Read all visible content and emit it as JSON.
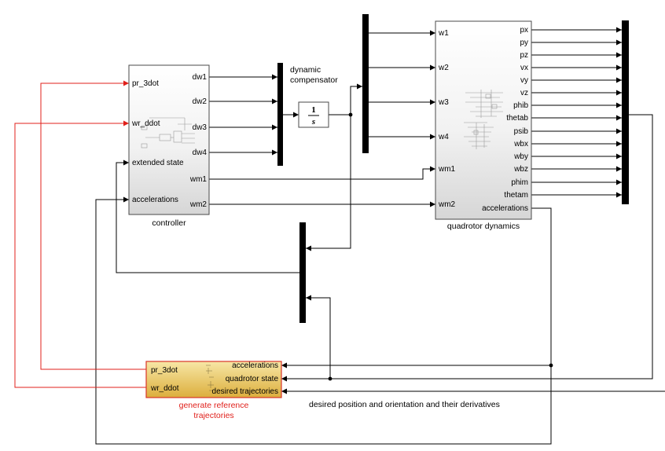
{
  "controller": {
    "caption": "controller",
    "inputs": [
      "pr_3dot",
      "wr_ddot",
      "extended state",
      "accelerations"
    ],
    "outputs": [
      "dw1",
      "dw2",
      "dw3",
      "dw4",
      "wm1",
      "wm2"
    ]
  },
  "compensator": {
    "caption_line1": "dynamic",
    "caption_line2": "compensator",
    "numerator": "1",
    "denominator": "s"
  },
  "quadrotor": {
    "caption": "quadrotor dynamics",
    "inputs": [
      "w1",
      "w2",
      "w3",
      "w4",
      "wm1",
      "wm2"
    ],
    "outputs": [
      "px",
      "py",
      "pz",
      "vx",
      "vy",
      "vz",
      "phib",
      "thetab",
      "psib",
      "wbx",
      "wby",
      "wbz",
      "phim",
      "thetam",
      "accelerations"
    ]
  },
  "reference": {
    "caption_line1": "generate reference",
    "caption_line2": "trajectories",
    "inputs": [
      "accelerations",
      "quadrotor state",
      "desired trajectories"
    ],
    "outputs": [
      "pr_3dot",
      "wr_ddot"
    ]
  },
  "annotation": "desired position and orientation and their derivatives",
  "colors": {
    "signal_line": "#000000",
    "reference_signal_line": "#e0201b",
    "reference_block_fill": "#e8c45a",
    "reference_block_border": "#d9352a",
    "block_border": "#4a4a4a"
  }
}
